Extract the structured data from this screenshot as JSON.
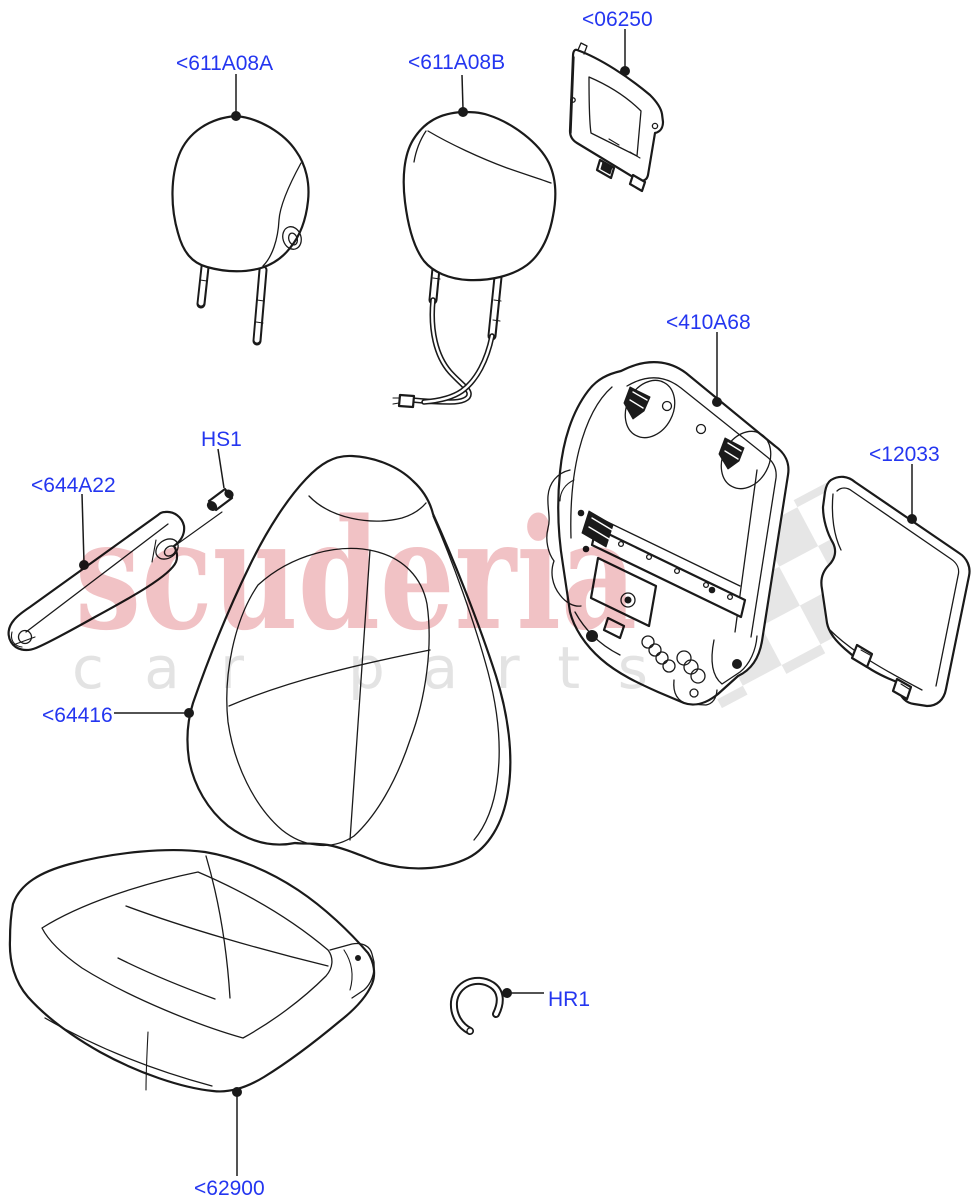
{
  "labels": {
    "headrest_a": {
      "text": "<611A08A"
    },
    "headrest_b": {
      "text": "<611A08B"
    },
    "panel_06250": {
      "text": "<06250"
    },
    "back_frame": {
      "text": "<410A68"
    },
    "panel_12033": {
      "text": "<12033"
    },
    "armrest": {
      "text": "<644A22"
    },
    "hs1": {
      "text": "HS1"
    },
    "back_cover": {
      "text": "<64416"
    },
    "cushion_cover": {
      "text": "<62900"
    },
    "hr1": {
      "text": "HR1"
    }
  },
  "watermark": {
    "brand": "scuderia",
    "tagline_left": "c a r",
    "tagline_right": "p a r t s"
  },
  "colors": {
    "label_blue": "#2436f0",
    "line_black": "#1a1a1a",
    "watermark_pink": "#f1c2c5",
    "watermark_gray": "#e3e3e3",
    "checker_gray": "#e6e6e6",
    "background": "#ffffff"
  }
}
